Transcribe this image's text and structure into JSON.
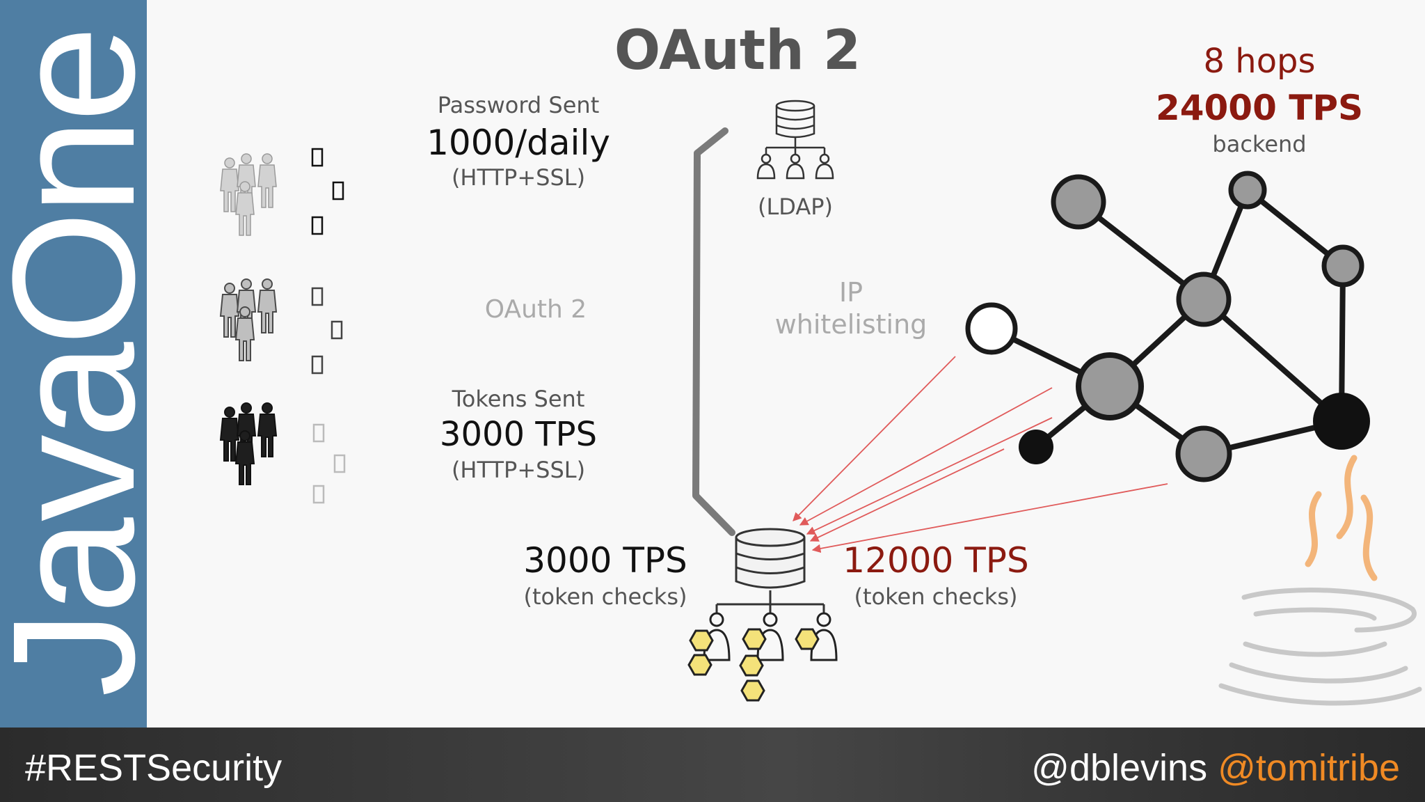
{
  "slide": {
    "title": "OAuth 2",
    "side_text": "JavaOne",
    "hashtag": "#RESTSecurity",
    "handles": [
      "@dblevins",
      "@tomitribe"
    ],
    "colors": {
      "side_bar": "#4f7ea3",
      "dark_red": "#8b1a10",
      "orange": "#f08a24",
      "grey_text": "#555555",
      "light_text": "#aaaaaa"
    }
  },
  "diagram": {
    "password": {
      "heading": "Password Sent",
      "value": "1000/daily",
      "protocol": "(HTTP+SSL)"
    },
    "oauth_mid": "OAuth 2",
    "tokens": {
      "heading": "Tokens Sent",
      "value": "3000 TPS",
      "protocol": "(HTTP+SSL)"
    },
    "ldap_label": "(LDAP)",
    "ip_whitelisting": [
      "IP",
      "whitelisting"
    ],
    "left_checks": {
      "value": "3000 TPS",
      "caption": "(token checks)"
    },
    "right_checks": {
      "value": "12000 TPS",
      "caption": "(token checks)"
    },
    "backend": {
      "hops": "8 hops",
      "tps": "24000 TPS",
      "caption": "backend"
    },
    "user_groups": [
      {
        "icon": "family-group-icon",
        "shade": "light"
      },
      {
        "icon": "family-group-icon",
        "shade": "medium"
      },
      {
        "icon": "family-group-icon",
        "shade": "dark"
      }
    ],
    "icons": [
      "database-icon",
      "people-icon",
      "hexagon-token-icon",
      "java-logo-icon",
      "network-graph-icon"
    ]
  }
}
